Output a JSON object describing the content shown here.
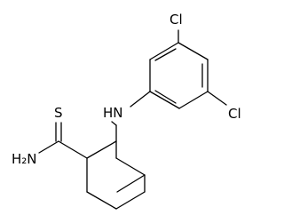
{
  "molecule": {
    "atoms": [
      {
        "id": "Cl1",
        "label": "Cl"
      },
      {
        "id": "Cl2",
        "label": "Cl"
      },
      {
        "id": "NH",
        "label": "HN"
      },
      {
        "id": "S",
        "label": "S"
      },
      {
        "id": "NH2",
        "label": "H₂N"
      }
    ]
  }
}
